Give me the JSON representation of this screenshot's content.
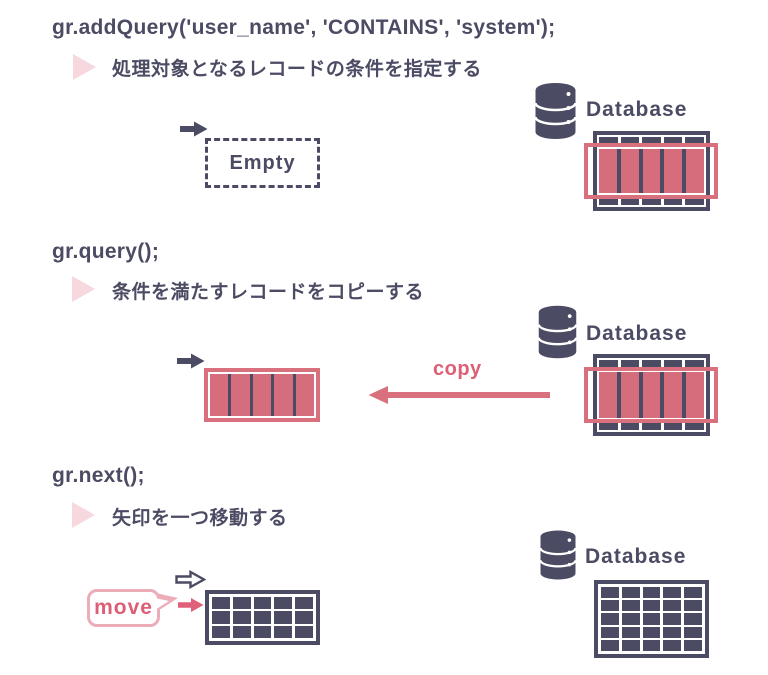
{
  "colors": {
    "navy": "#4b4b64",
    "pink": "#d9707e",
    "pink_fill": "#d56d7c",
    "light_pink_triangle": "#f7d8de",
    "bubble_border": "#ecacb8",
    "pink_text": "#dd5f75",
    "background": "#ffffff"
  },
  "sections": [
    {
      "code": "gr.addQuery('user_name', 'CONTAINS', 'system');",
      "description": "処理対象となるレコードの条件を指定する",
      "empty_label": "Empty",
      "database_label": "Database"
    },
    {
      "code": "gr.query();",
      "description": "条件を満たすレコードをコピーする",
      "copy_label": "copy",
      "database_label": "Database"
    },
    {
      "code": "gr.next();",
      "description": "矢印を一つ移動する",
      "move_label": "move",
      "database_label": "Database"
    }
  ]
}
